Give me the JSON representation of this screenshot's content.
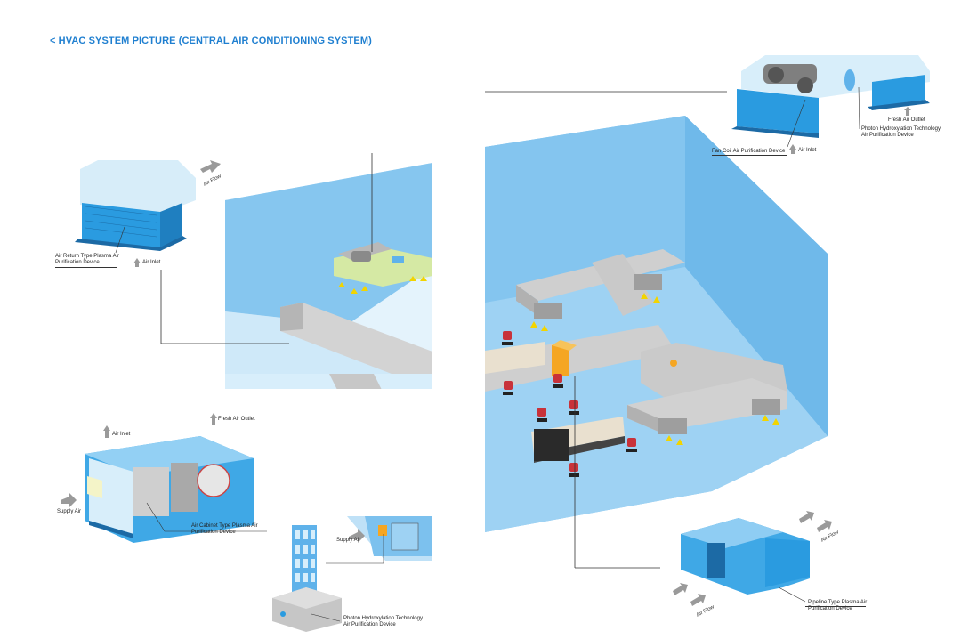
{
  "title": "< HVAC SYSTEM PICTURE (CENTRAL AIR CONDITIONING SYSTEM)",
  "labels": {
    "air_return": [
      "Air Return Type Plasma Air",
      "Purification Device"
    ],
    "air_inlet_1": "Air Inlet",
    "air_flow_1": "Air Flow",
    "fan_coil": "Fan Coil Air Purification Device",
    "air_inlet_2": "Air Inlet",
    "fresh_air_outlet_1": "Fresh Air Outlet",
    "photon_1": [
      "Photon Hydroxylation Technology",
      "Air Purification Device"
    ],
    "air_inlet_3": "Air Inlet",
    "fresh_air_outlet_2": "Fresh Air Outlet",
    "supply_air_1": "Supply Air",
    "air_cabinet": [
      "Air Cabinet Type Plasma Air",
      "Purification Device"
    ],
    "supply_air_2": "Supply Air",
    "photon_2": [
      "Photon Hydroxylation Technology",
      "Air Purification Device"
    ],
    "pipeline": [
      "Pipeline Type Plasma Air",
      "Purification Device"
    ],
    "air_flow_2": "Air Flow",
    "air_flow_3": "Air Flow"
  },
  "colors": {
    "title": "#1f7fd0",
    "room_wall": "#7cc1ee",
    "room_wall_light": "#bfe1f7",
    "duct": "#c9c9c9",
    "device_blue": "#2a9be0",
    "arrow_gray": "#9a9a9a",
    "arrow_yellow": "#f2d400",
    "accent_orange": "#f5a623"
  }
}
